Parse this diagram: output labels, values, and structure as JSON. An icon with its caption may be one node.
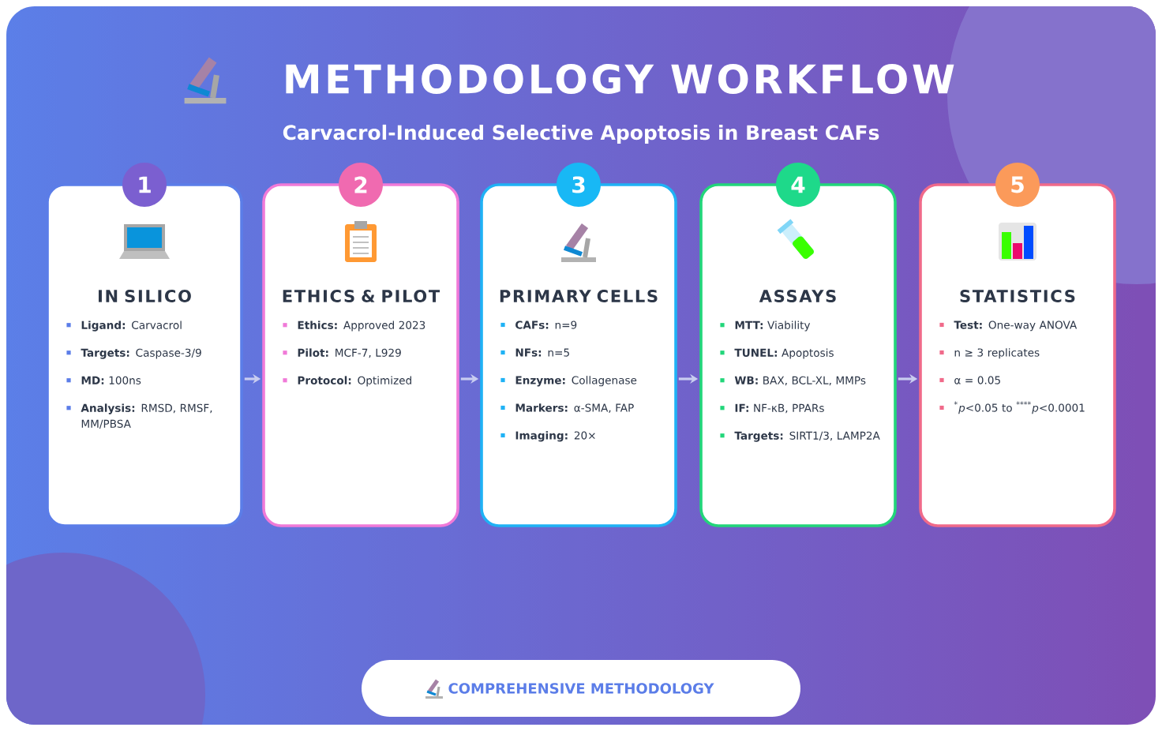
{
  "diagram": {
    "title": "METHODOLOGY WORKFLOW",
    "labels": [
      "Carvacrol-Induced Selective Apoptosis in Breast CAFs"
    ],
    "nodes": [
      {
        "text": [
          "1",
          "IN SILICO",
          "**Ligand:** Carvacrol",
          "**Targets:** Caspase-3/9",
          "**MD:** 100ns",
          "**Analysis:** RMSD, RMSF, MM/PBSA"
        ]
      },
      {
        "text": [
          "2",
          "ETHICS & PILOT",
          "**Ethics:** Approved 2023",
          "**Pilot:** MCF-7, L929",
          "**Protocol:** Optimized"
        ]
      },
      {
        "text": [
          "3",
          "PRIMARY CELLS",
          "**CAFs:** n=9",
          "**NFs:** n=5",
          "**Enzyme:** Collagenase",
          "**Markers:** α-SMA, FAP",
          "**Imaging:** 20×"
        ]
      },
      {
        "text": [
          "4",
          "ASSAYS",
          "**MTT:** Viability",
          "**TUNEL:** Apoptosis",
          "**WB:** BAX, BCL-XL, MMPs",
          "**IF:** NF-κB, PPARs",
          "**Targets:** SIRT1/3, LAMP2A"
        ]
      },
      {
        "text": [
          "5",
          "STATISTICS",
          "**Test:** One-way ANOVA",
          "n ≥ 3 replicates",
          "α = 0.05",
          "$^{*}$*p*<0.05 to $^{****}$*p*<0.0001"
        ]
      },
      {
        "text": [
          "COMPREHENSIVE METHODOLOGY"
        ]
      }
    ],
    "edges": [
      {
        "from": 0,
        "to": 1,
        "arrow": "to"
      },
      {
        "from": 1,
        "to": 2,
        "arrow": "to"
      },
      {
        "from": 2,
        "to": 3,
        "arrow": "to"
      },
      {
        "from": 3,
        "to": 4,
        "arrow": "to"
      }
    ]
  }
}
